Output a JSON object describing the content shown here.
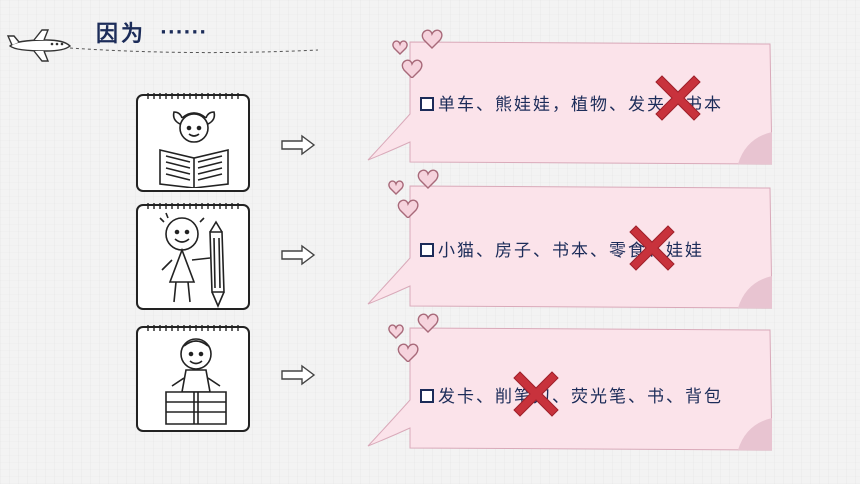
{
  "header": {
    "title": "因为",
    "dots": "······"
  },
  "rows": [
    {
      "text": "单车、熊娃娃，植物、发夹、书本"
    },
    {
      "text": "小猫、房子、书本、零食、娃娃"
    },
    {
      "text": "发卡、削笔刀、荧光笔、书、背包"
    }
  ],
  "icons": {
    "airplane": "airplane-icon",
    "arrow": "arrow-right-icon",
    "cross": "red-cross-icon",
    "heart": "heart-icon",
    "checkbox": "checkbox-icon"
  },
  "colors": {
    "title": "#1c2c59",
    "note_fill": "#fbe3ea",
    "note_fold": "#e8c4d1",
    "cross": "#c8323c",
    "heart_fill": "#f6d3dd",
    "heart_stroke": "#a86a7a"
  }
}
